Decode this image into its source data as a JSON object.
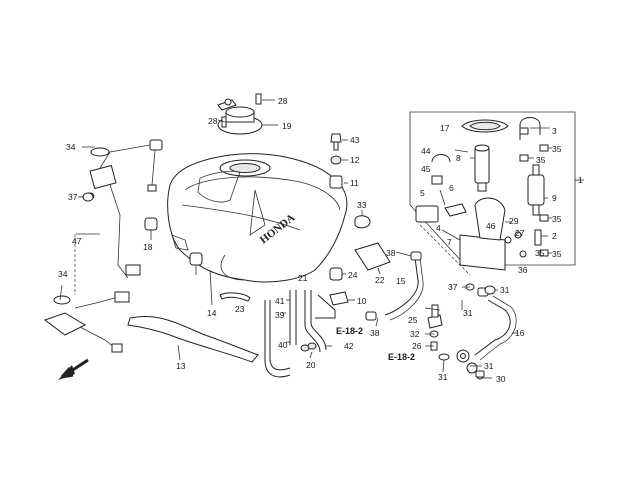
{
  "labels": {
    "p1": "1",
    "p2": "2",
    "p3": "3",
    "p4": "4",
    "p5": "5",
    "p6": "6",
    "p7": "7",
    "p8": "8",
    "p9": "9",
    "p10": "10",
    "p11": "11",
    "p12": "12",
    "p13": "13",
    "p14": "14",
    "p15": "15",
    "p16": "16",
    "p17": "17",
    "p18": "18",
    "p19": "19",
    "p20": "20",
    "p21": "21",
    "p22": "22",
    "p23": "23",
    "p24": "24",
    "p25": "25",
    "p26": "26",
    "p27": "27",
    "p28a": "28",
    "p28b": "28",
    "p29": "29",
    "p30": "30",
    "p31a": "31",
    "p31b": "31",
    "p31c": "31",
    "p31d": "31",
    "p32": "32",
    "p33": "33",
    "p34a": "34",
    "p34b": "34",
    "p35a": "35",
    "p35b": "35",
    "p35c": "35",
    "p35d": "35",
    "p35e": "35",
    "p36": "36",
    "p37a": "37",
    "p37b": "37",
    "p38a": "38",
    "p38b": "38",
    "p39": "39",
    "p40": "40",
    "p41": "41",
    "p42": "42",
    "p43": "43",
    "p44": "44",
    "p45": "45",
    "p46": "46",
    "p47": "47"
  },
  "refs": {
    "e18a": "E-18-2",
    "e18b": "E-18-2"
  },
  "tank_brand": "HONDA"
}
